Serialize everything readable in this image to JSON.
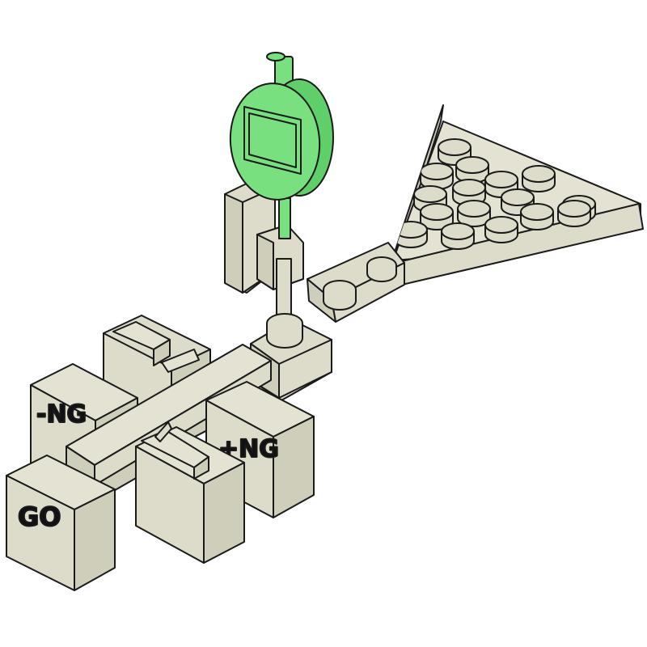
{
  "colors": {
    "body": "#dddccb",
    "shade": "#cfceba",
    "outline": "#1a1a1a",
    "gauge": "#78e07f",
    "gauge_dark": "#5fcf69",
    "background": "#ffffff"
  },
  "labels": {
    "minus_ng": "-NG",
    "plus_ng": "+NG",
    "go": "GO"
  }
}
